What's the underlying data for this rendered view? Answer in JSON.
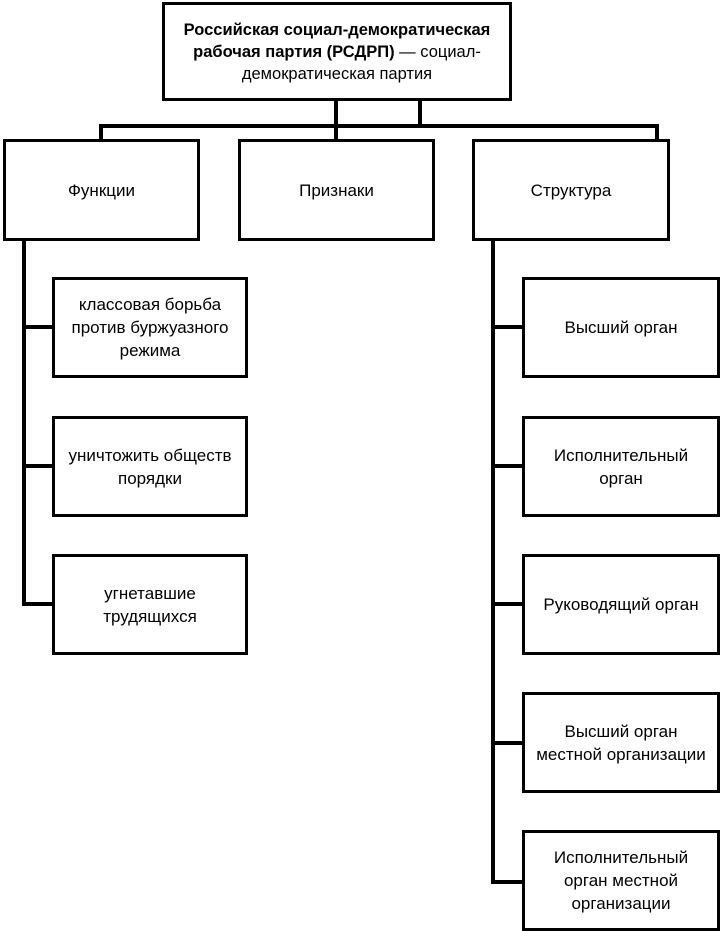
{
  "root": {
    "title_bold": "Российская социал-демократическая рабочая партия (РСДРП)",
    "title_rest": " — социал-демократическая партия"
  },
  "categories": [
    {
      "id": "functions",
      "label": "Функции"
    },
    {
      "id": "features",
      "label": "Признаки"
    },
    {
      "id": "structure",
      "label": "Структура"
    }
  ],
  "functions": [
    "классовая борьба против буржуазного режима",
    "уничтожить обществ порядки",
    "угнетавшие трудящихся"
  ],
  "structure": [
    "Высший орган",
    "Исполнительный орган",
    "Руководящий орган",
    "Высший орган местной организации",
    "Исполнительный орган местной организации"
  ]
}
